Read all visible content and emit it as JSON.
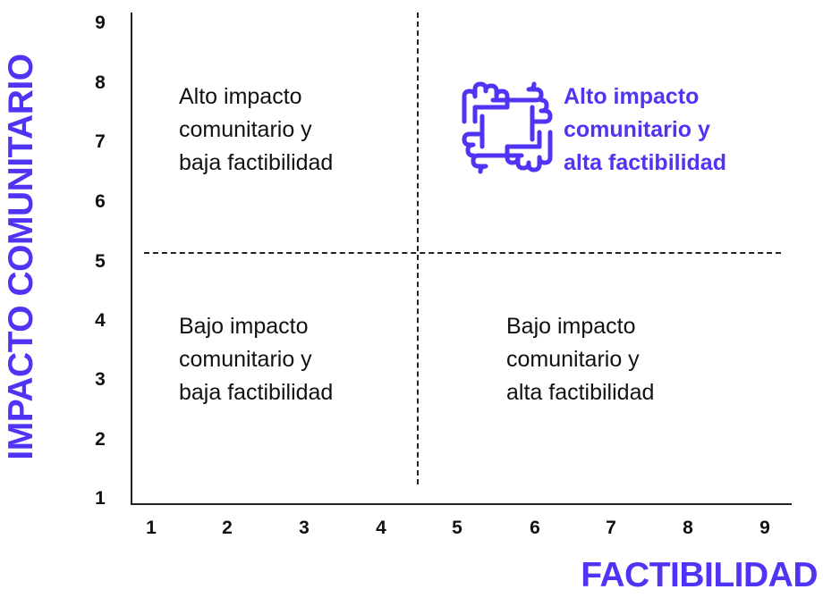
{
  "axes": {
    "y_label": "IMPACTO COMUNITARIO",
    "x_label": "FACTIBILIDAD",
    "y_ticks": [
      "1",
      "2",
      "3",
      "4",
      "5",
      "6",
      "7",
      "8",
      "9"
    ],
    "x_ticks": [
      "1",
      "2",
      "3",
      "4",
      "5",
      "6",
      "7",
      "8",
      "9"
    ]
  },
  "quadrants": {
    "top_left": [
      "Alto impacto",
      "comunitario y",
      "baja factibilidad"
    ],
    "top_right": [
      "Alto impacto",
      "comunitario y",
      "alta factibilidad"
    ],
    "bottom_left": [
      "Bajo impacto",
      "comunitario y",
      "baja factibilidad"
    ],
    "bottom_right": [
      "Bajo impacto",
      "comunitario y",
      "alta factibilidad"
    ]
  },
  "highlight_icon": "joined-hands-icon",
  "colors": {
    "accent": "#4f35f3",
    "text": "#111111"
  }
}
